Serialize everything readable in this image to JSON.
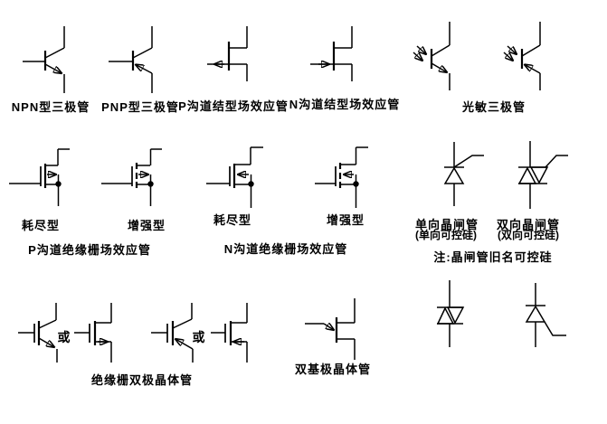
{
  "colors": {
    "background": "#ffffff",
    "line": "#000000"
  },
  "row1": {
    "npn_label": "NPN型三极管",
    "pnp_label": "PNP型三极管",
    "p_jfet_label": "P沟道结型场效应管",
    "n_jfet_label": "N沟道结型场效应管",
    "photo_label": "光敏三极管"
  },
  "row2": {
    "p_mosfet_group_label": "P沟道绝缘栅场效应管",
    "p_mosfet_depletion_label": "耗尽型",
    "p_mosfet_enhancement_label": "增强型",
    "n_mosfet_group_label": "N沟道绝缘栅场效应管",
    "n_mosfet_depletion_label": "耗尽型",
    "n_mosfet_enhancement_label": "增强型",
    "scr_label": "单向晶闸管",
    "scr_sublabel": "(单向可控硅)",
    "triac_label": "双向晶闸管",
    "triac_sublabel": "(双向可控硅)",
    "note": "注:晶闸管旧名可控硅"
  },
  "row3": {
    "igbt_label": "绝缘栅双极晶体管",
    "or_word": "或",
    "ujt_label": "双基极晶体管"
  }
}
